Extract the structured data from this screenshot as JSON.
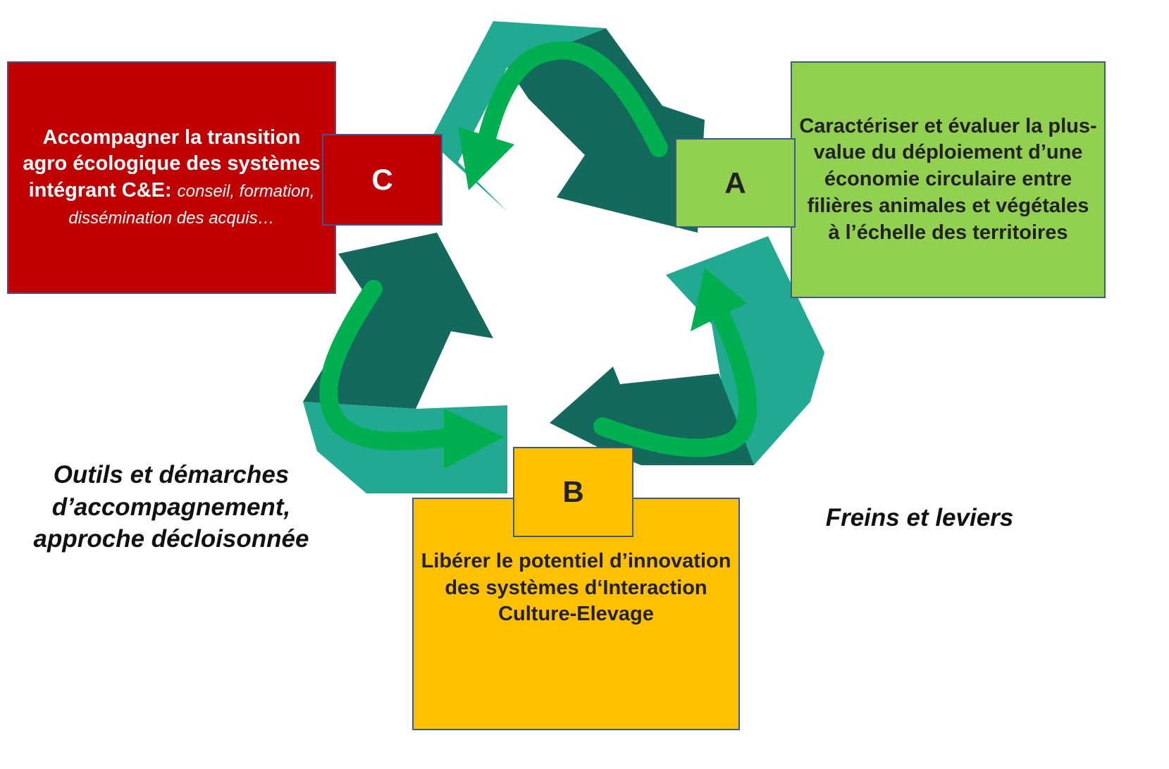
{
  "boxes": {
    "c": {
      "title": "Accompagner la transition agro écologique des systèmes intégrant C&E:",
      "subtitle": "conseil, formation, dissémination des acquis…",
      "label": "C",
      "color": "#c00000"
    },
    "a": {
      "title": "Caractériser et évaluer la plus-value du déploiement d’une économie circulaire entre filières animales et végétales à l’échelle des territoires",
      "label": "A",
      "color": "#92d050"
    },
    "b": {
      "title": "Libérer le potentiel d’innovation des systèmes d‘Interaction Culture-Elevage",
      "label": "B",
      "color": "#ffc000"
    }
  },
  "notes": {
    "left": "Outils et démarches d’accompagnement, approche décloisonnée",
    "right": "Freins et leviers"
  },
  "cycle": {
    "arrow_dark": "#13695b",
    "arrow_light": "#21a991",
    "inner_arrow": "#00b050"
  }
}
